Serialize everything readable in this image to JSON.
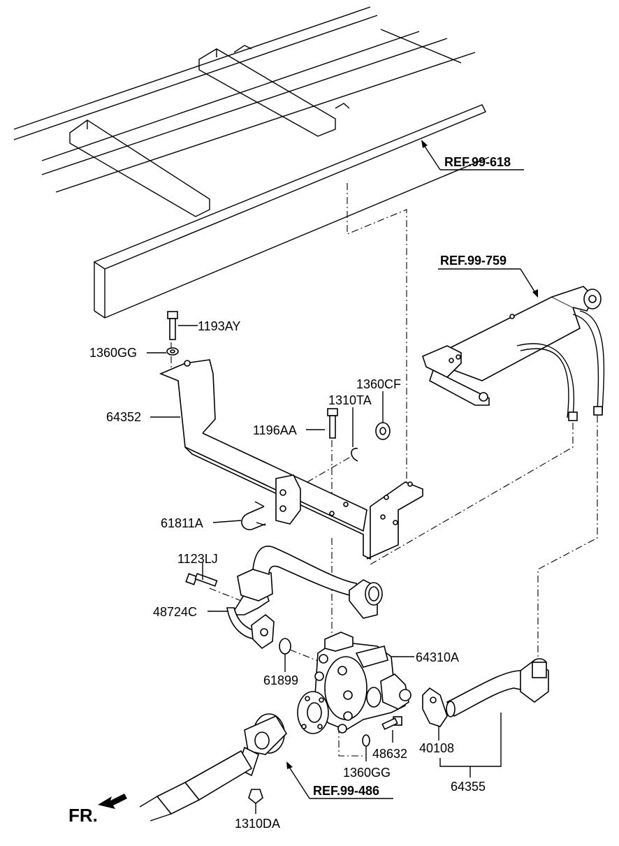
{
  "references": {
    "frame": "REF.99-618",
    "cylinder": "REF.99-759",
    "propshaft": "REF.99-486"
  },
  "parts": {
    "bolt_top": "1193AY",
    "washer_top": "1360GG",
    "bracket": "64352",
    "nut": "1360CF",
    "washer_mid": "1310TA",
    "bolt_mid": "1196AA",
    "u_bolt": "61811A",
    "bolt_hose": "1123LJ",
    "hose_suction": "48724C",
    "pump": "64310A",
    "o_ring": "61899",
    "bolt_small": "48632",
    "washer_low": "1360GG",
    "gasket": "40108",
    "hose_assy": "64355",
    "nut_low": "1310DA"
  },
  "direction_label": "FR."
}
